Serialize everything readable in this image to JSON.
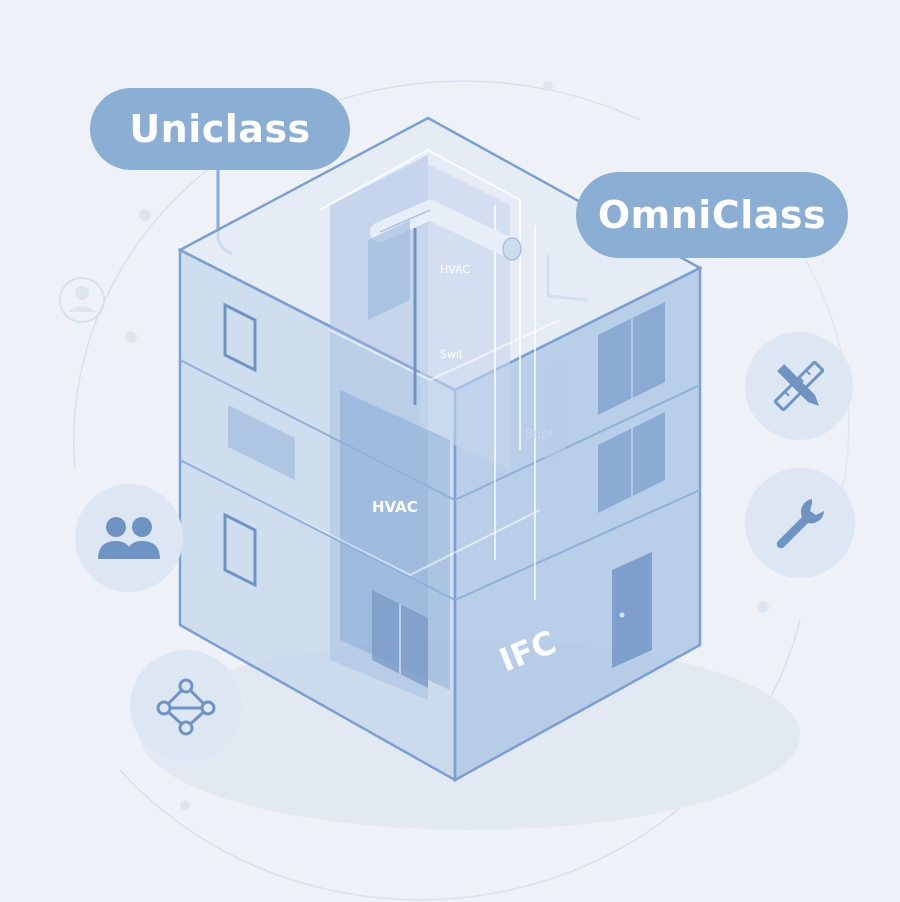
{
  "labels": {
    "uniclass": "Uniclass",
    "omniclass": "OmniClass",
    "hvac_top": "HVAC",
    "swil": "Swil",
    "bupr": "Bupr",
    "hvac_mid": "HVAC",
    "ifc": "IFC"
  },
  "icons": {
    "users": "users-icon",
    "network": "network-nodes-icon",
    "tools": "ruler-pencil-icon",
    "wrench": "wrench-icon"
  },
  "colors": {
    "background": "#eef2f8",
    "accent": "#8aaed4",
    "building_edge": "#7a9fd0",
    "icon_fill": "#6f94c4",
    "circle_bg": "#dde7f3"
  }
}
